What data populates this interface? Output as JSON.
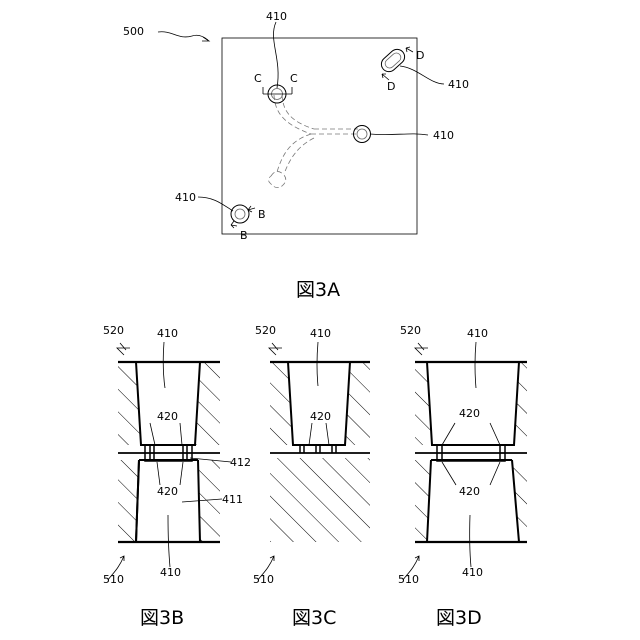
{
  "fig3a": {
    "caption": "図3A",
    "label_500": "500",
    "label_410_top": "410",
    "label_410_right_top": "410",
    "label_410_right_mid": "410",
    "label_410_left": "410",
    "label_c1": "C",
    "label_c2": "C",
    "label_d1": "D",
    "label_d2": "D",
    "label_b1": "B",
    "label_b2": "B"
  },
  "fig3b": {
    "caption": "図3B",
    "label_520": "520",
    "label_410_top": "410",
    "label_420_upper": "420",
    "label_412": "412",
    "label_420_lower": "420",
    "label_411": "411",
    "label_510": "510",
    "label_410_bottom": "410"
  },
  "fig3c": {
    "caption": "図3C",
    "label_520": "520",
    "label_410": "410",
    "label_420": "420",
    "label_510": "510"
  },
  "fig3d": {
    "caption": "図3D",
    "label_520": "520",
    "label_410_top": "410",
    "label_420_upper": "420",
    "label_420_lower": "420",
    "label_510": "510",
    "label_410_bottom": "410"
  }
}
